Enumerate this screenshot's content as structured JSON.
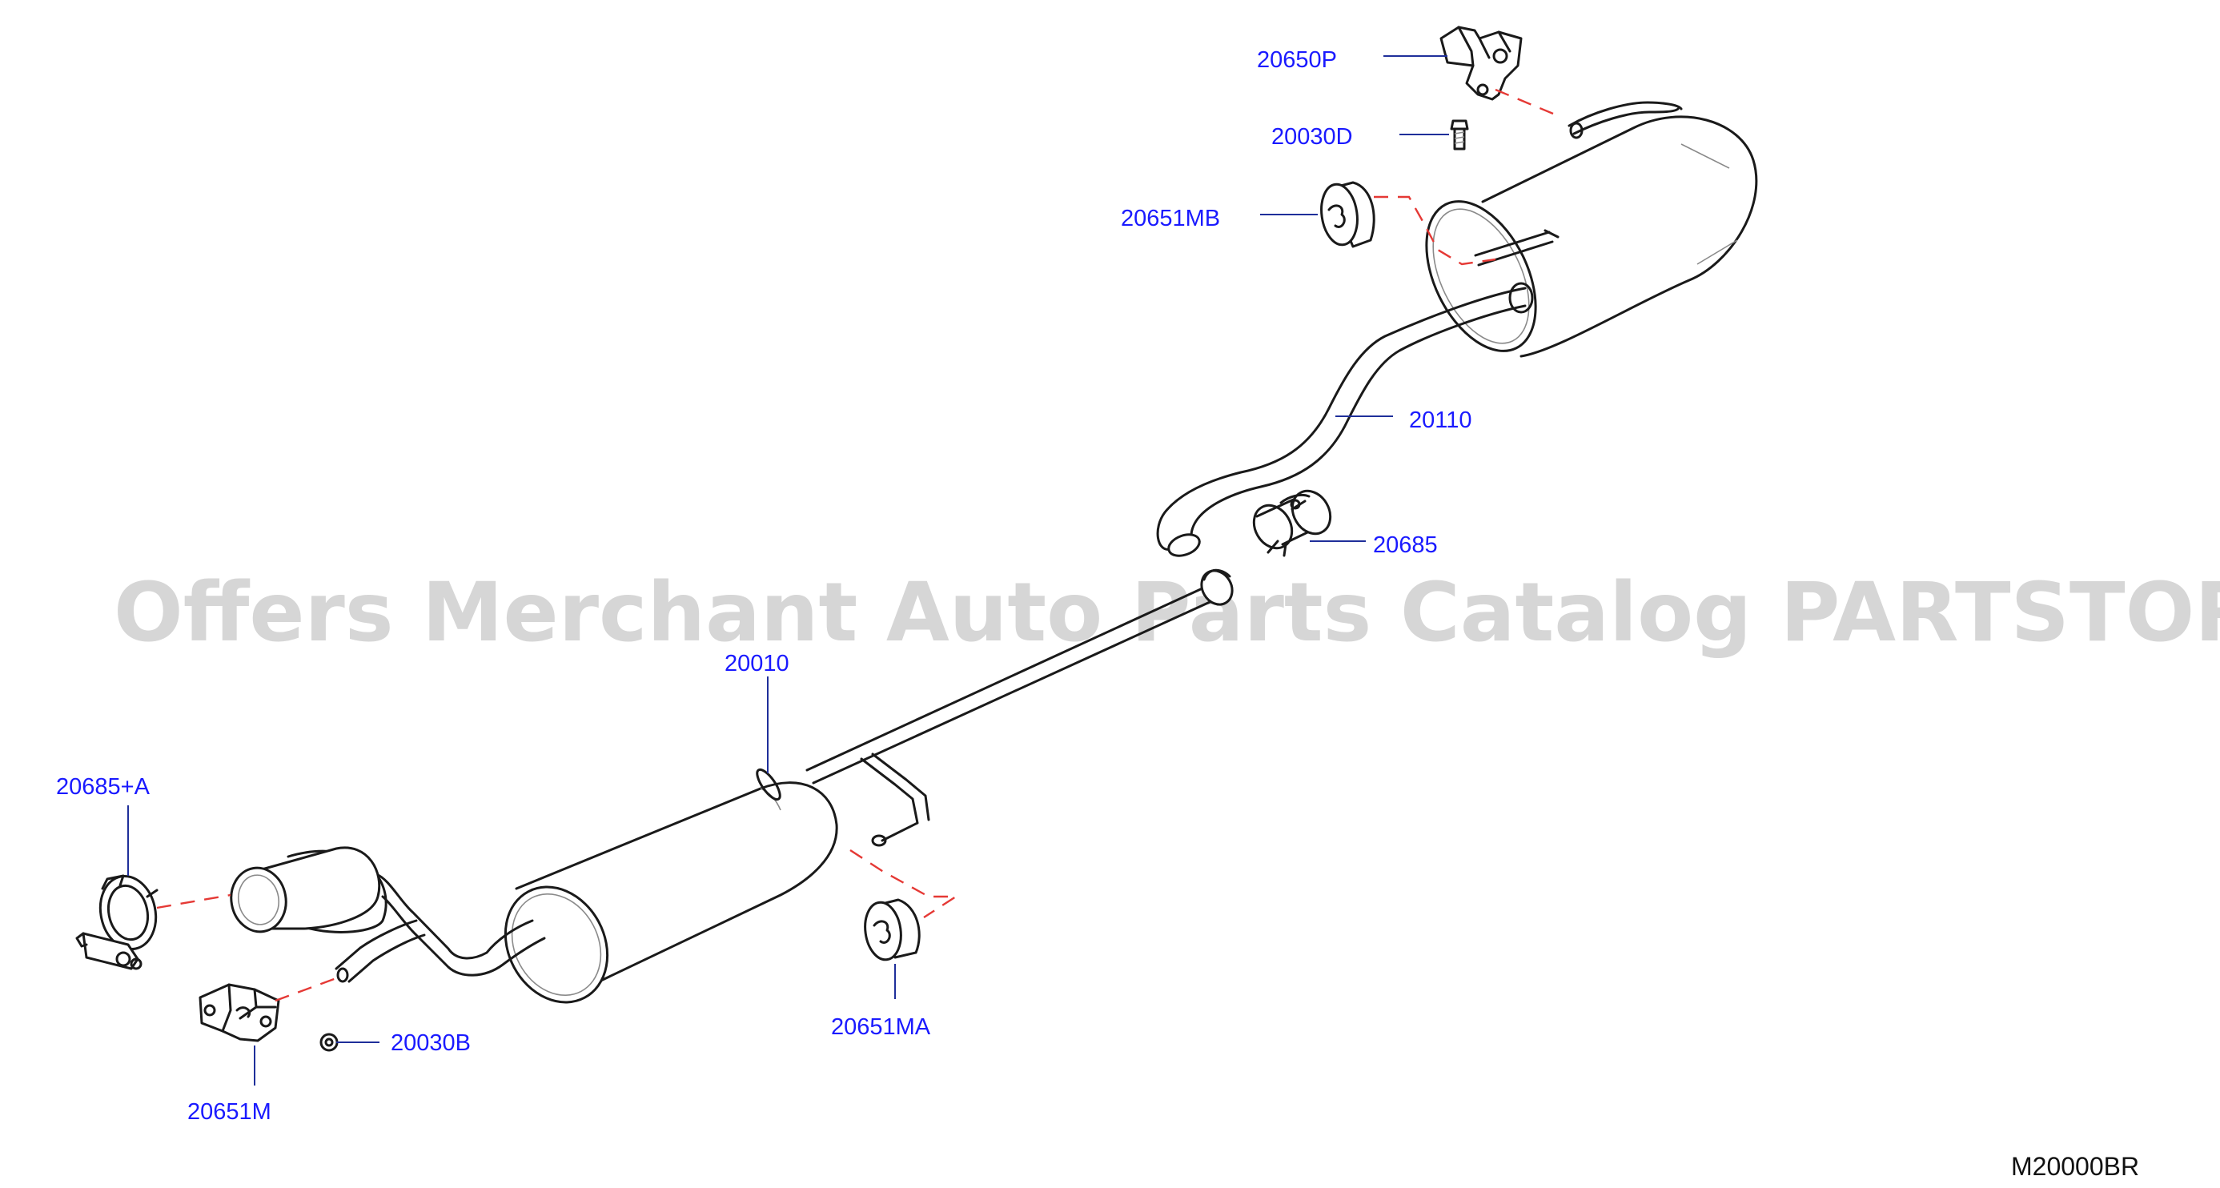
{
  "watermark": "Offers Merchant Auto Parts Catalog PARTSTORE.SA",
  "diagram_code": "M20000BR",
  "callouts": {
    "p20650P": "20650P",
    "p20030D": "20030D",
    "p20651MB": "20651MB",
    "p20110": "20110",
    "p20685": "20685",
    "p20010": "20010",
    "p20685A": "20685+A",
    "p20651MA": "20651MA",
    "p20030B": "20030B",
    "p20651M": "20651M"
  },
  "colors": {
    "callout_text": "#1a1aff",
    "leader_line": "#1f2f9a",
    "assembly_dash": "#e53935",
    "part_outline": "#1a1a1a",
    "watermark": "#d6d6d6"
  }
}
